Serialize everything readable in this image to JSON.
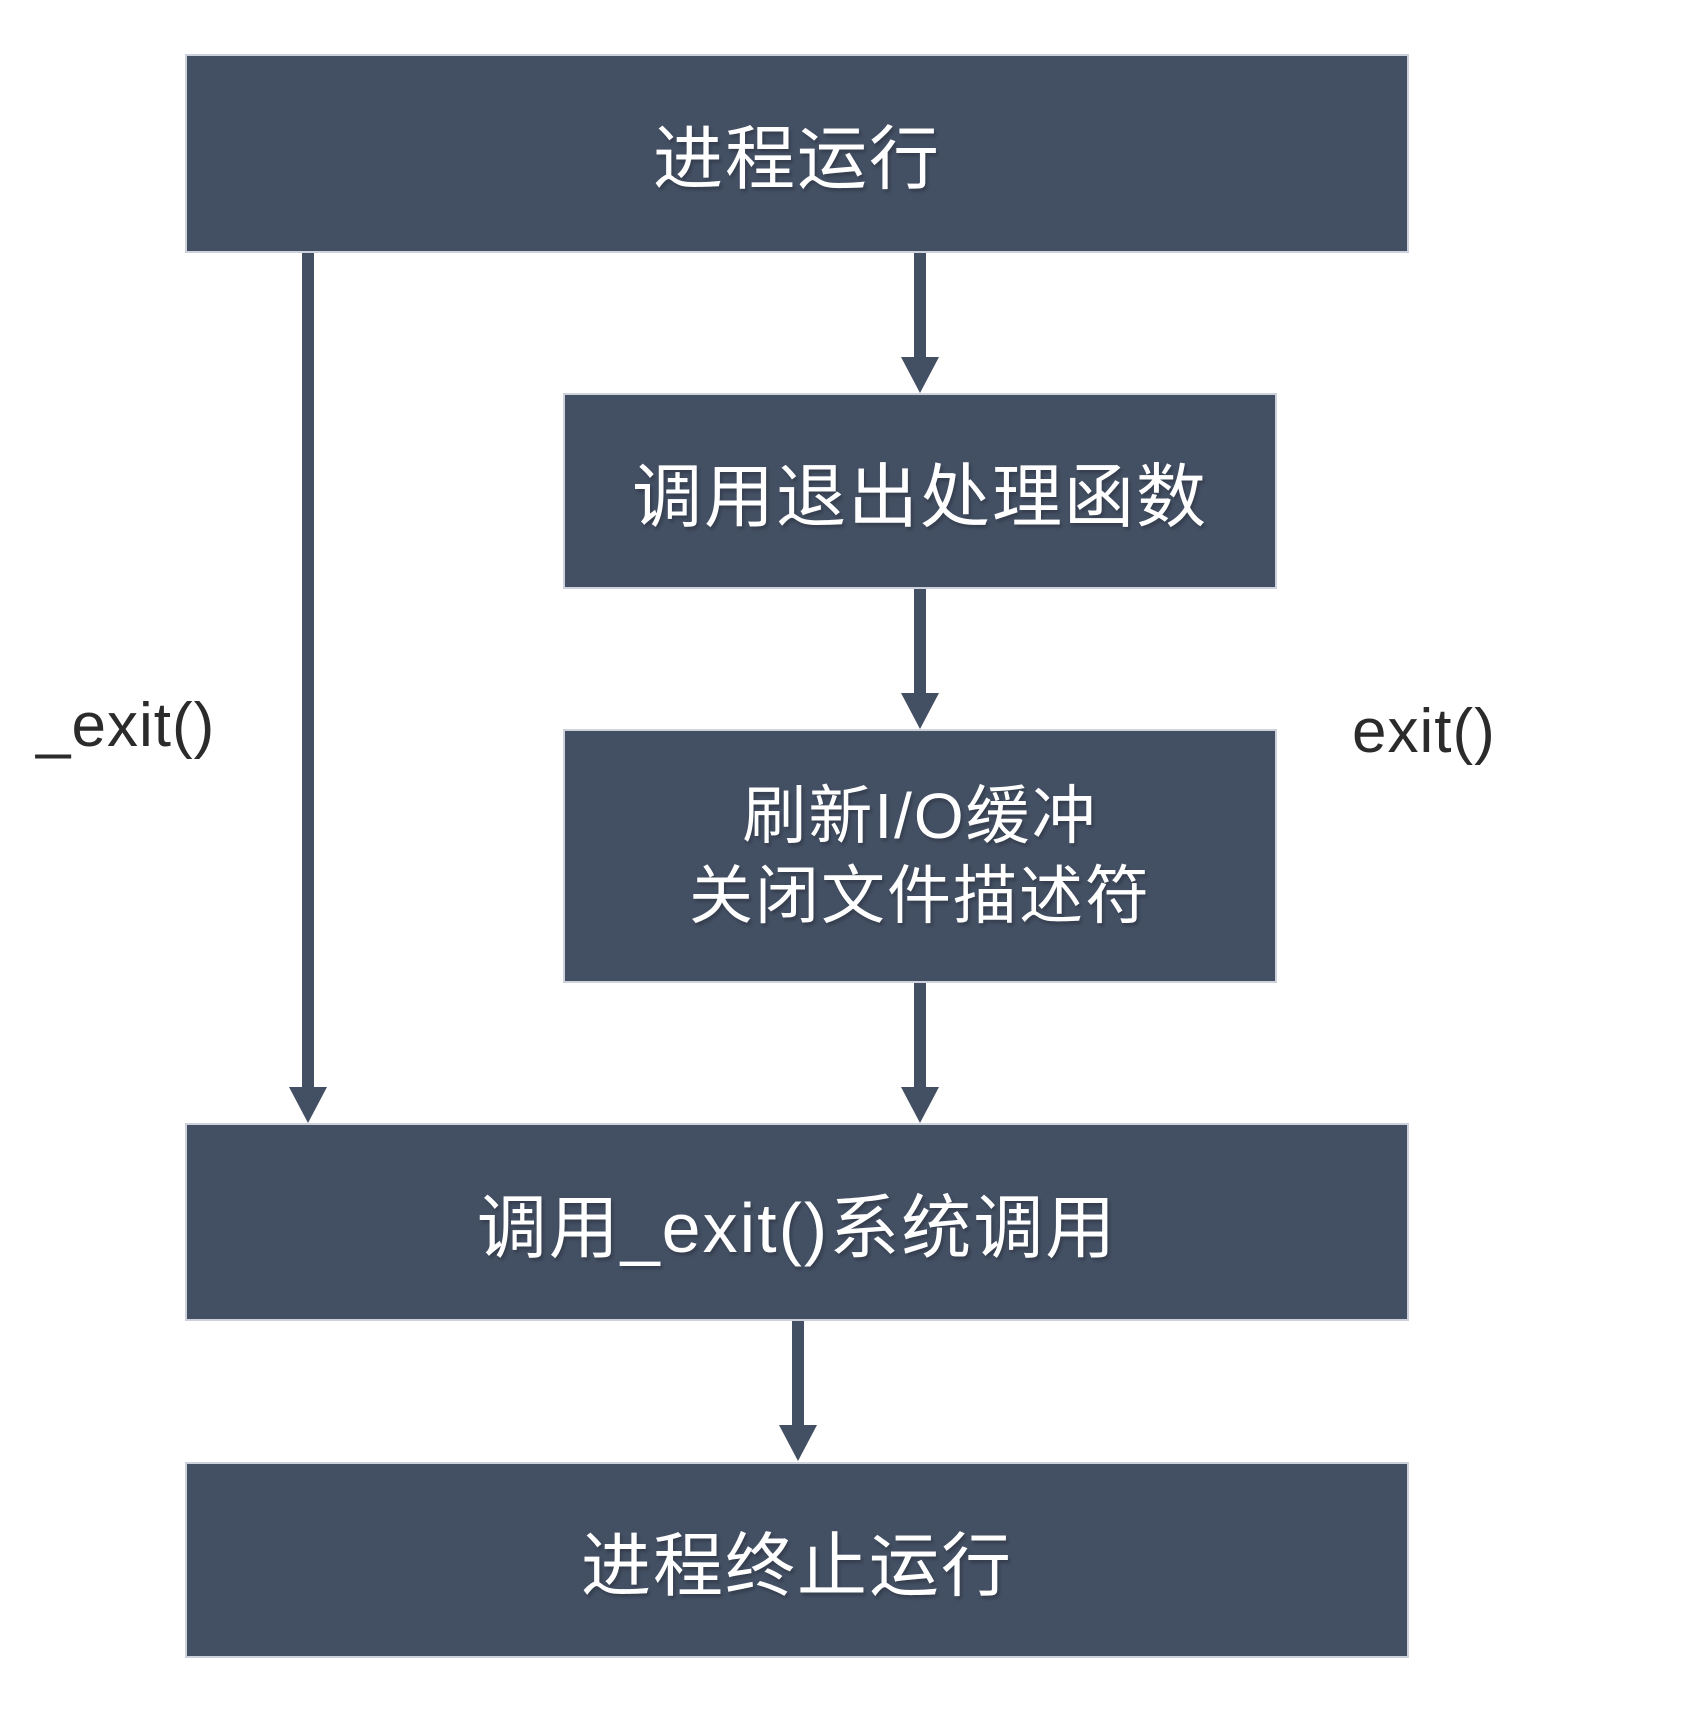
{
  "diagram": {
    "colors": {
      "background": "#ffffff",
      "node_fill": "#434f63",
      "node_border": "#ccd1dc",
      "node_text_color": "#ffffff",
      "arrow_color": "#434f63",
      "edge_label_color": "#2b2b2b"
    },
    "nodes": [
      {
        "id": "process-running",
        "label": "进程运行"
      },
      {
        "id": "call-exit-handlers",
        "label": "调用退出处理函数"
      },
      {
        "id": "flush-io-close-fd",
        "lines": [
          "刷新I/O缓冲",
          "关闭文件描述符"
        ]
      },
      {
        "id": "call-exit-syscall",
        "label": "调用_exit()系统调用"
      },
      {
        "id": "process-terminated",
        "label": "进程终止运行"
      }
    ],
    "edge_labels": {
      "left": "_exit()",
      "right": "exit()"
    }
  }
}
